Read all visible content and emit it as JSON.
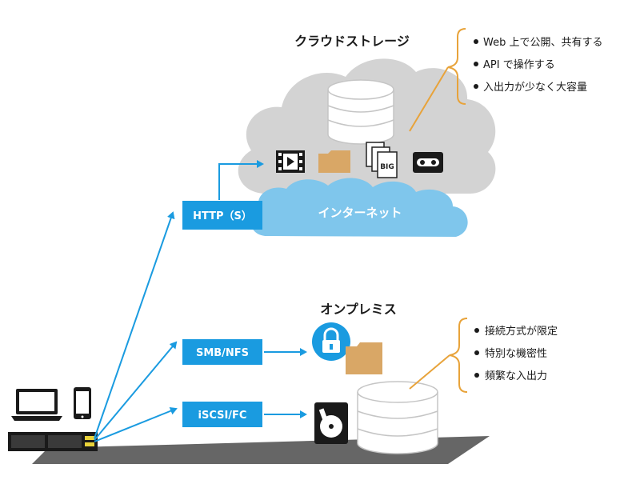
{
  "cloud": {
    "title": "クラウドストレージ",
    "bullets": [
      "Web 上で公開、共有する",
      "API で操作する",
      "入出力が少なく大容量"
    ],
    "big_label": "BIG"
  },
  "internet": {
    "label": "インターネット"
  },
  "onprem": {
    "title": "オンプレミス",
    "bullets": [
      "接続方式が限定",
      "特別な機密性",
      "頻繁な入出力"
    ]
  },
  "protocols": {
    "http": "HTTP（S）",
    "smb": "SMB/NFS",
    "iscsi": "iSCSI/FC"
  },
  "colors": {
    "arrow": "#1a9be0",
    "box": "#1a9be0",
    "internet_cloud": "#7fc6ec",
    "storage_cloud": "#d3d3d3",
    "bracket": "#e8a33a",
    "folder": "#d9a766",
    "ground": "#666666"
  },
  "icons": [
    "database-icon",
    "video-file-icon",
    "folder-icon",
    "big-file-stack-icon",
    "cassette-tape-icon",
    "padlock-icon",
    "hard-disk-icon",
    "laptop-icon",
    "smartphone-icon",
    "server-rack-icon"
  ]
}
